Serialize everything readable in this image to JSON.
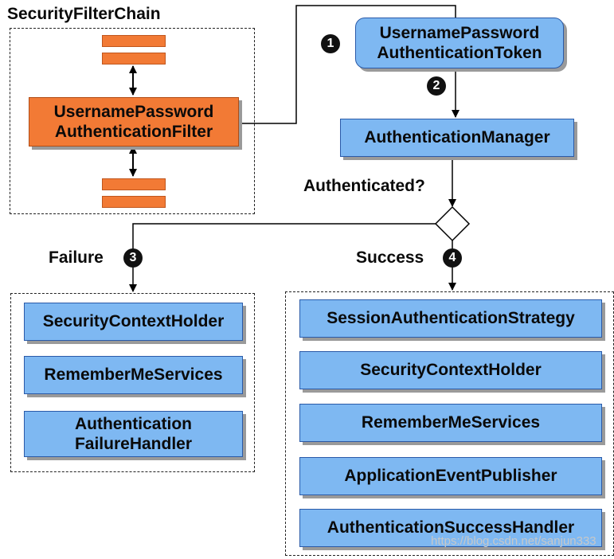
{
  "title": "SecurityFilterChain",
  "filter_chain": {
    "filter": "UsernamePassword\nAuthenticationFilter"
  },
  "token": "UsernamePassword\nAuthenticationToken",
  "manager": "AuthenticationManager",
  "decision": "Authenticated?",
  "failure": {
    "label": "Failure",
    "badge": "3",
    "items": [
      "SecurityContextHolder",
      "RememberMeServices",
      "Authentication\nFailureHandler"
    ]
  },
  "success": {
    "label": "Success",
    "badge": "4",
    "items": [
      "SessionAuthenticationStrategy",
      "SecurityContextHolder",
      "RememberMeServices",
      "ApplicationEventPublisher",
      "AuthenticationSuccessHandler"
    ]
  },
  "badges": {
    "token": "1",
    "manager": "2"
  },
  "watermark": "https://blog.csdn.net/sanjun333",
  "colors": {
    "blue": "#7eb8f2",
    "orange": "#f27a35",
    "line": "#000000"
  }
}
